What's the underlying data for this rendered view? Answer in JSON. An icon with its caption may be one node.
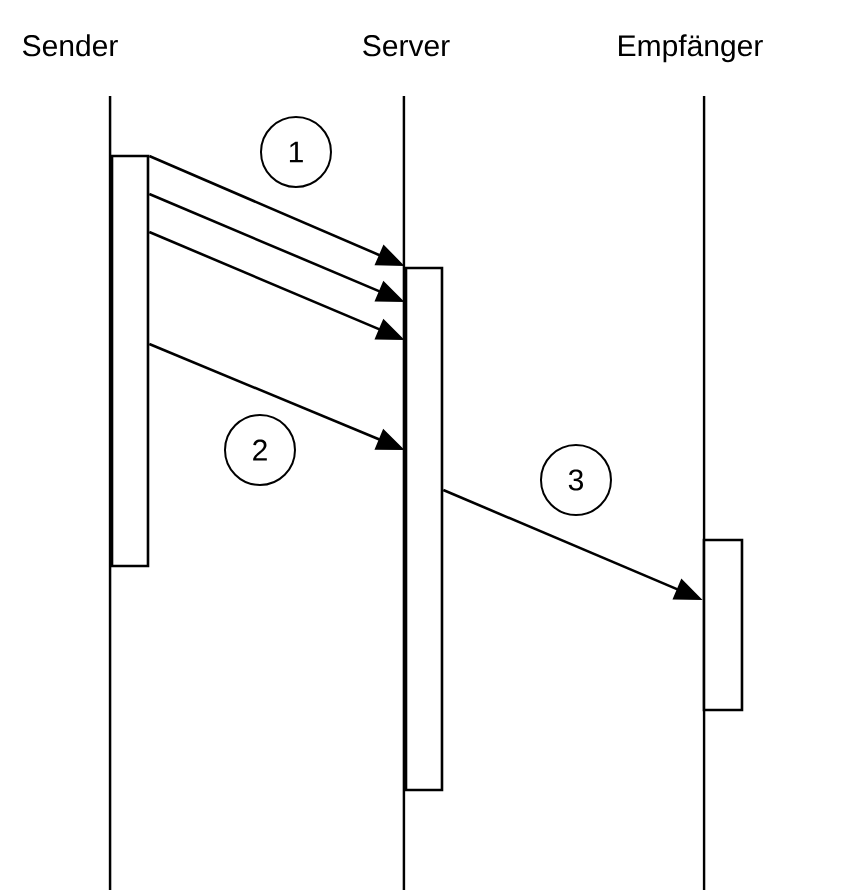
{
  "diagram": {
    "nodes": [
      {
        "text": [],
        "shape": "bar"
      },
      {
        "text": [],
        "shape": "bar"
      },
      {
        "text": [],
        "shape": "bar"
      },
      {
        "text": [
          "1"
        ]
      },
      {
        "text": [
          "2"
        ]
      },
      {
        "text": [
          "3"
        ]
      }
    ],
    "edges": [
      {
        "from": 0,
        "to": 1,
        "arrow": "to"
      },
      {
        "from": 0,
        "to": 1,
        "arrow": "to"
      },
      {
        "from": 0,
        "to": 1,
        "arrow": "to"
      },
      {
        "from": 0,
        "to": 1,
        "arrow": "to"
      },
      {
        "from": 1,
        "to": 2,
        "arrow": "to"
      }
    ],
    "labels": [
      "Sender",
      "Server",
      "Empfänger"
    ]
  }
}
